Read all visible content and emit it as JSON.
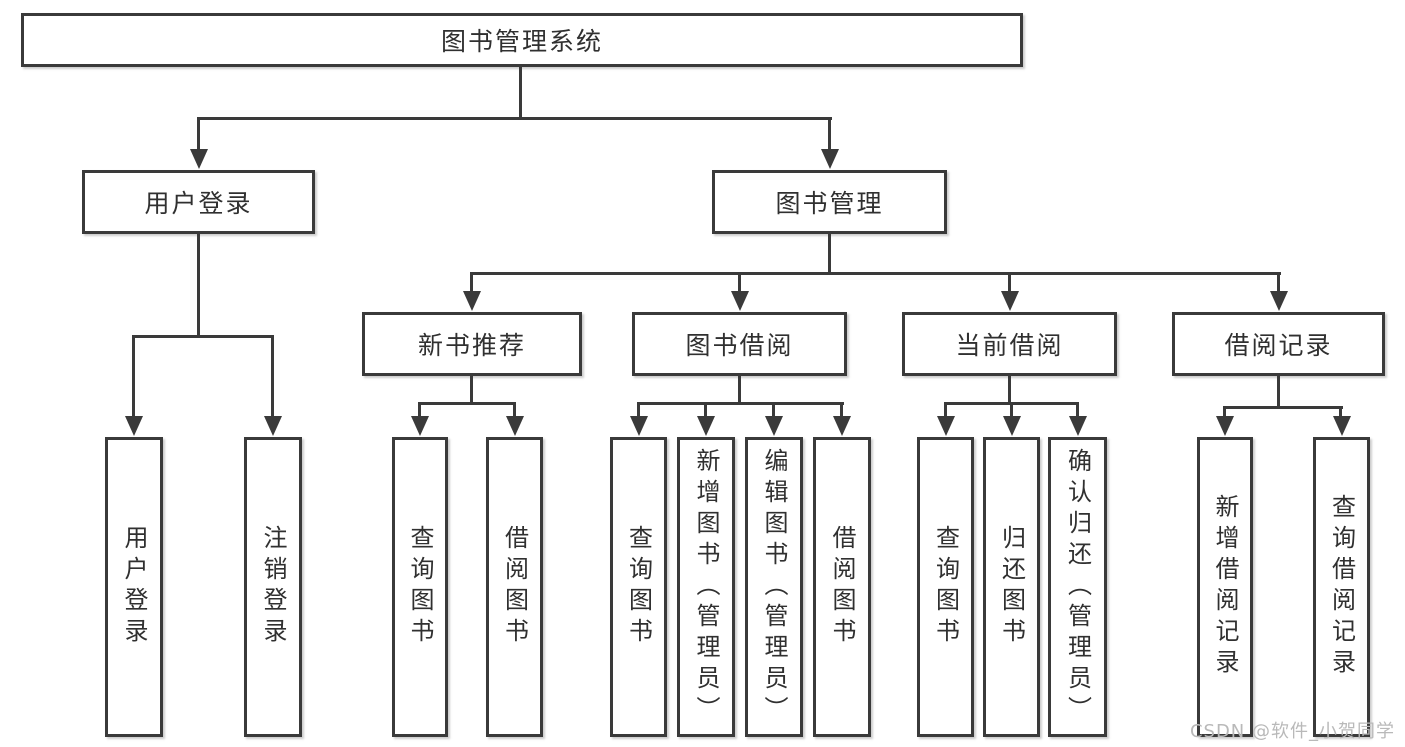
{
  "tree": {
    "root": "图书管理系统",
    "level2": [
      "用户登录",
      "图书管理"
    ],
    "level3": [
      "新书推荐",
      "图书借阅",
      "当前借阅",
      "借阅记录"
    ],
    "leaves": {
      "user_login": [
        "用户登录",
        "注销登录"
      ],
      "new_book_rec": [
        "查询图书",
        "借阅图书"
      ],
      "book_borrow": [
        "查询图书",
        "新增图书（管理员）",
        "编辑图书（管理员）",
        "借阅图书"
      ],
      "current_borrow": [
        "查询图书",
        "归还图书",
        "确认归还（管理员）"
      ],
      "borrow_records": [
        "新增借阅记录",
        "查询借阅记录"
      ]
    }
  },
  "watermark": "CSDN @软件_小贺同学",
  "colors": {
    "line": "#3a3a3a",
    "text": "#303030",
    "background": "#ffffff",
    "watermark": "#b9b9b9"
  }
}
